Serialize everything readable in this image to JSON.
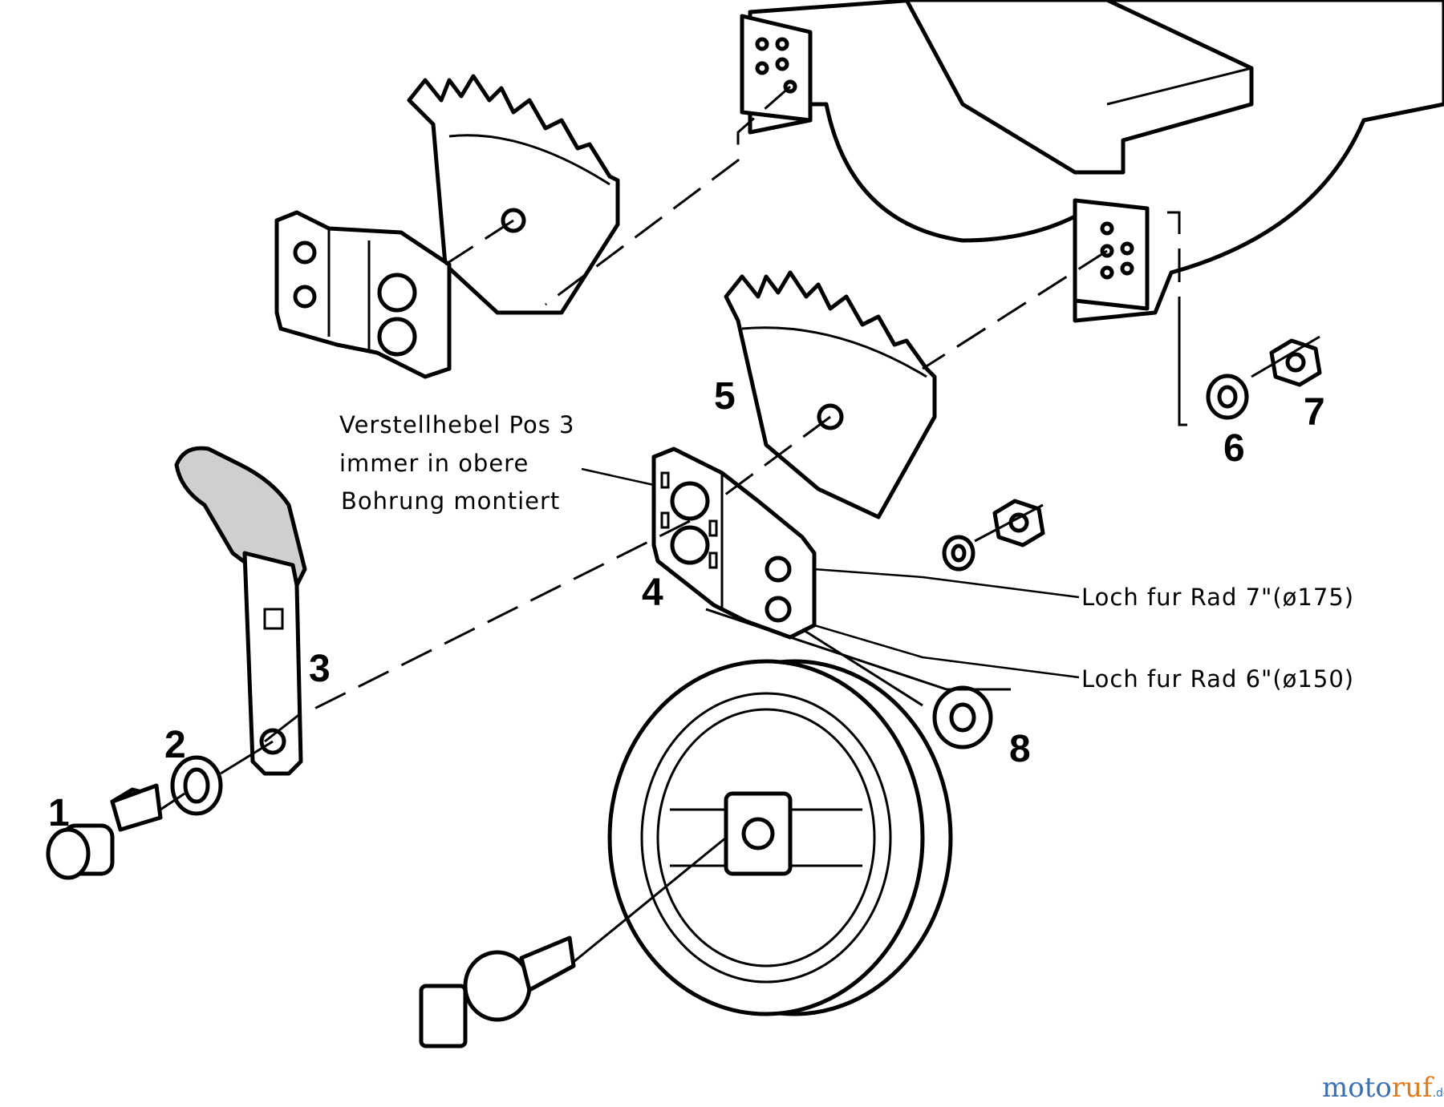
{
  "callouts": {
    "p1": "1",
    "p2": "2",
    "p3": "3",
    "p4": "4",
    "p5": "5",
    "p6": "6",
    "p7": "7",
    "p8": "8"
  },
  "note": {
    "line1": "Verstellhebel Pos 3",
    "line2": "immer in obere",
    "line3": "Bohrung montiert"
  },
  "hole_labels": {
    "wheel7": "Loch fur Rad 7\"(ø175)",
    "wheel6": "Loch fur Rad 6\"(ø150)"
  },
  "watermark": {
    "part_a": "moto",
    "part_b": "ruf",
    "part_c": ".de"
  }
}
